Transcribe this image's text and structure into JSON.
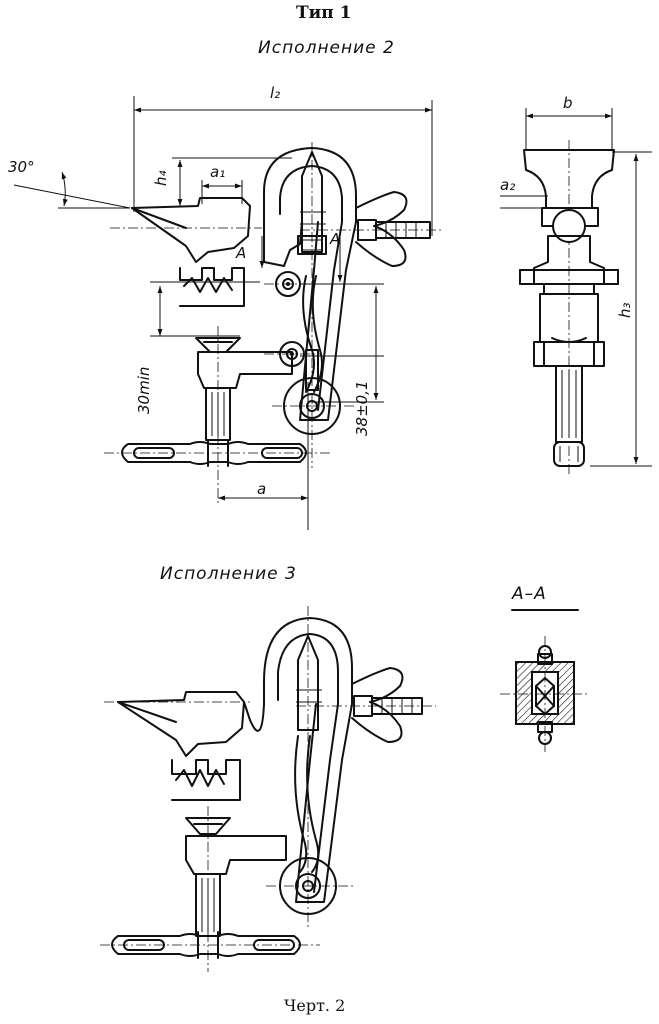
{
  "header": {
    "type_label": "Тип 1",
    "variant2_label": "Исполнение 2"
  },
  "variant3_label": "Исполнение 3",
  "section_label": "А–А",
  "dimensions": {
    "l2": "l₂",
    "b": "b",
    "a2": "a₂",
    "h3": "h₃",
    "h4": "h₄",
    "a1": "a₁",
    "angle": "30°",
    "section_mark_left": "A",
    "section_mark_right": "A",
    "min_height": "30min",
    "spacing": "38±0,1",
    "a": "a"
  },
  "footer": {
    "caption": "Черт. 2"
  }
}
